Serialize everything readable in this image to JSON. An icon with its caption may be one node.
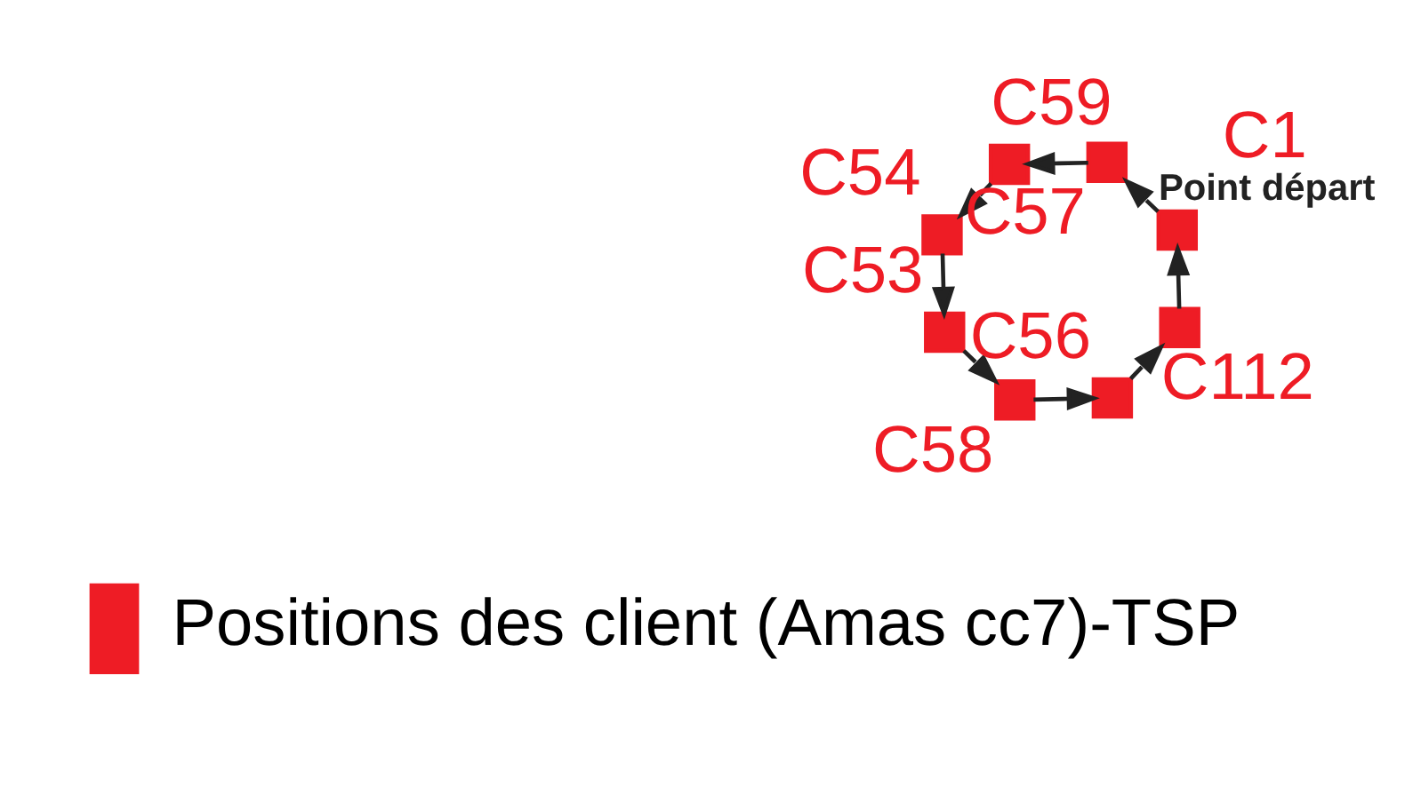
{
  "diagram": {
    "nodes": [
      {
        "text": [],
        "shape": "box",
        "beside": [
          "C54"
        ]
      },
      {
        "text": [],
        "shape": "box",
        "beside": [
          "C53"
        ]
      },
      {
        "text": [],
        "shape": "box",
        "beside": [
          "C58"
        ]
      },
      {
        "text": [],
        "shape": "box",
        "beside": [
          "C59"
        ]
      },
      {
        "text": [],
        "shape": "box",
        "beside": [
          "C57"
        ]
      },
      {
        "text": [],
        "shape": "box",
        "beside": [
          "C56"
        ]
      },
      {
        "text": [],
        "shape": "box",
        "beside": [
          "C1",
          "Point départ"
        ]
      },
      {
        "text": [],
        "shape": "box",
        "beside": [
          "C112"
        ]
      }
    ],
    "edges": [
      {
        "from": 6,
        "to": 4,
        "arrow": "to"
      },
      {
        "from": 4,
        "to": 3,
        "arrow": "to"
      },
      {
        "from": 3,
        "to": 0,
        "arrow": "to"
      },
      {
        "from": 0,
        "to": 1,
        "arrow": "to"
      },
      {
        "from": 1,
        "to": 2,
        "arrow": "to"
      },
      {
        "from": 2,
        "to": 5,
        "arrow": "to"
      },
      {
        "from": 5,
        "to": 7,
        "arrow": "to"
      },
      {
        "from": 7,
        "to": 6,
        "arrow": "to"
      }
    ],
    "legend": [
      {
        "text": "Positions des client (Amas cc7)-TSP",
        "color": "#ee1c25"
      }
    ]
  }
}
